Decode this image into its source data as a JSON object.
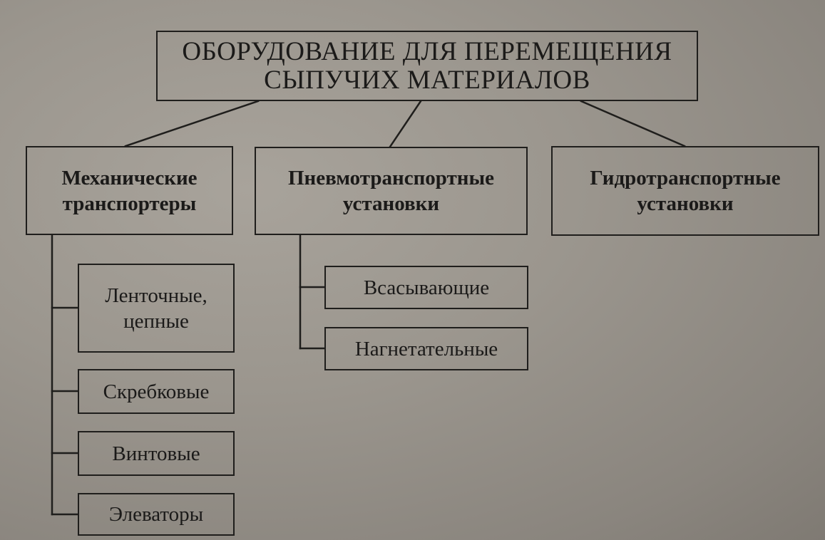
{
  "root": {
    "line1": "ОБОРУДОВАНИЕ ДЛЯ ПЕРЕМЕЩЕНИЯ",
    "line2": "СЫПУЧИХ МАТЕРИАЛОВ"
  },
  "categories": {
    "mechanical": {
      "line1": "Механические",
      "line2": "транспортеры",
      "children": [
        {
          "line1": "Ленточные,",
          "line2": "цепные"
        },
        {
          "line1": "Скребковые"
        },
        {
          "line1": "Винтовые"
        },
        {
          "line1": "Элеваторы"
        }
      ]
    },
    "pneumatic": {
      "line1": "Пневмотранспортные",
      "line2": "установки",
      "children": [
        {
          "line1": "Всасывающие"
        },
        {
          "line1": "Нагнетательные"
        }
      ]
    },
    "hydraulic": {
      "line1": "Гидротранспортные",
      "line2": "установки"
    }
  }
}
